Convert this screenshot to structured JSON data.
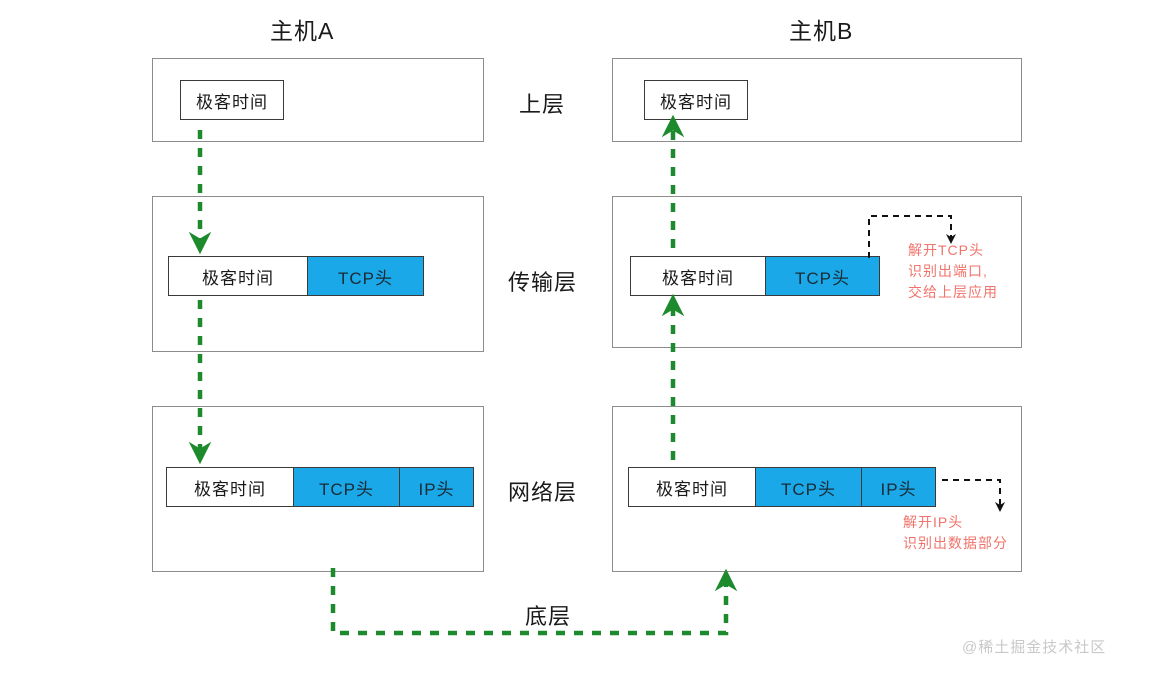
{
  "hosts": {
    "a": {
      "title": "主机A"
    },
    "b": {
      "title": "主机B"
    }
  },
  "layers": {
    "upper": "上层",
    "transport": "传输层",
    "network": "网络层",
    "bottom": "底层"
  },
  "packet": {
    "payload_label": "极客时间",
    "tcp_header_label": "TCP头",
    "ip_header_label": "IP头"
  },
  "notes": {
    "tcp_unwrap": "解开TCP头\n识别出端口,\n交给上层应用",
    "ip_unwrap": "解开IP头\n识别出数据部分"
  },
  "watermark": "@稀土掘金技术社区",
  "colors": {
    "header_fill": "#1BA8E8",
    "flow_arrow": "#1E8A2E",
    "note_text": "#F2736B",
    "box_border": "#8c8c8c",
    "cell_border": "#3a3a3a",
    "callout_arrow": "#111111"
  }
}
